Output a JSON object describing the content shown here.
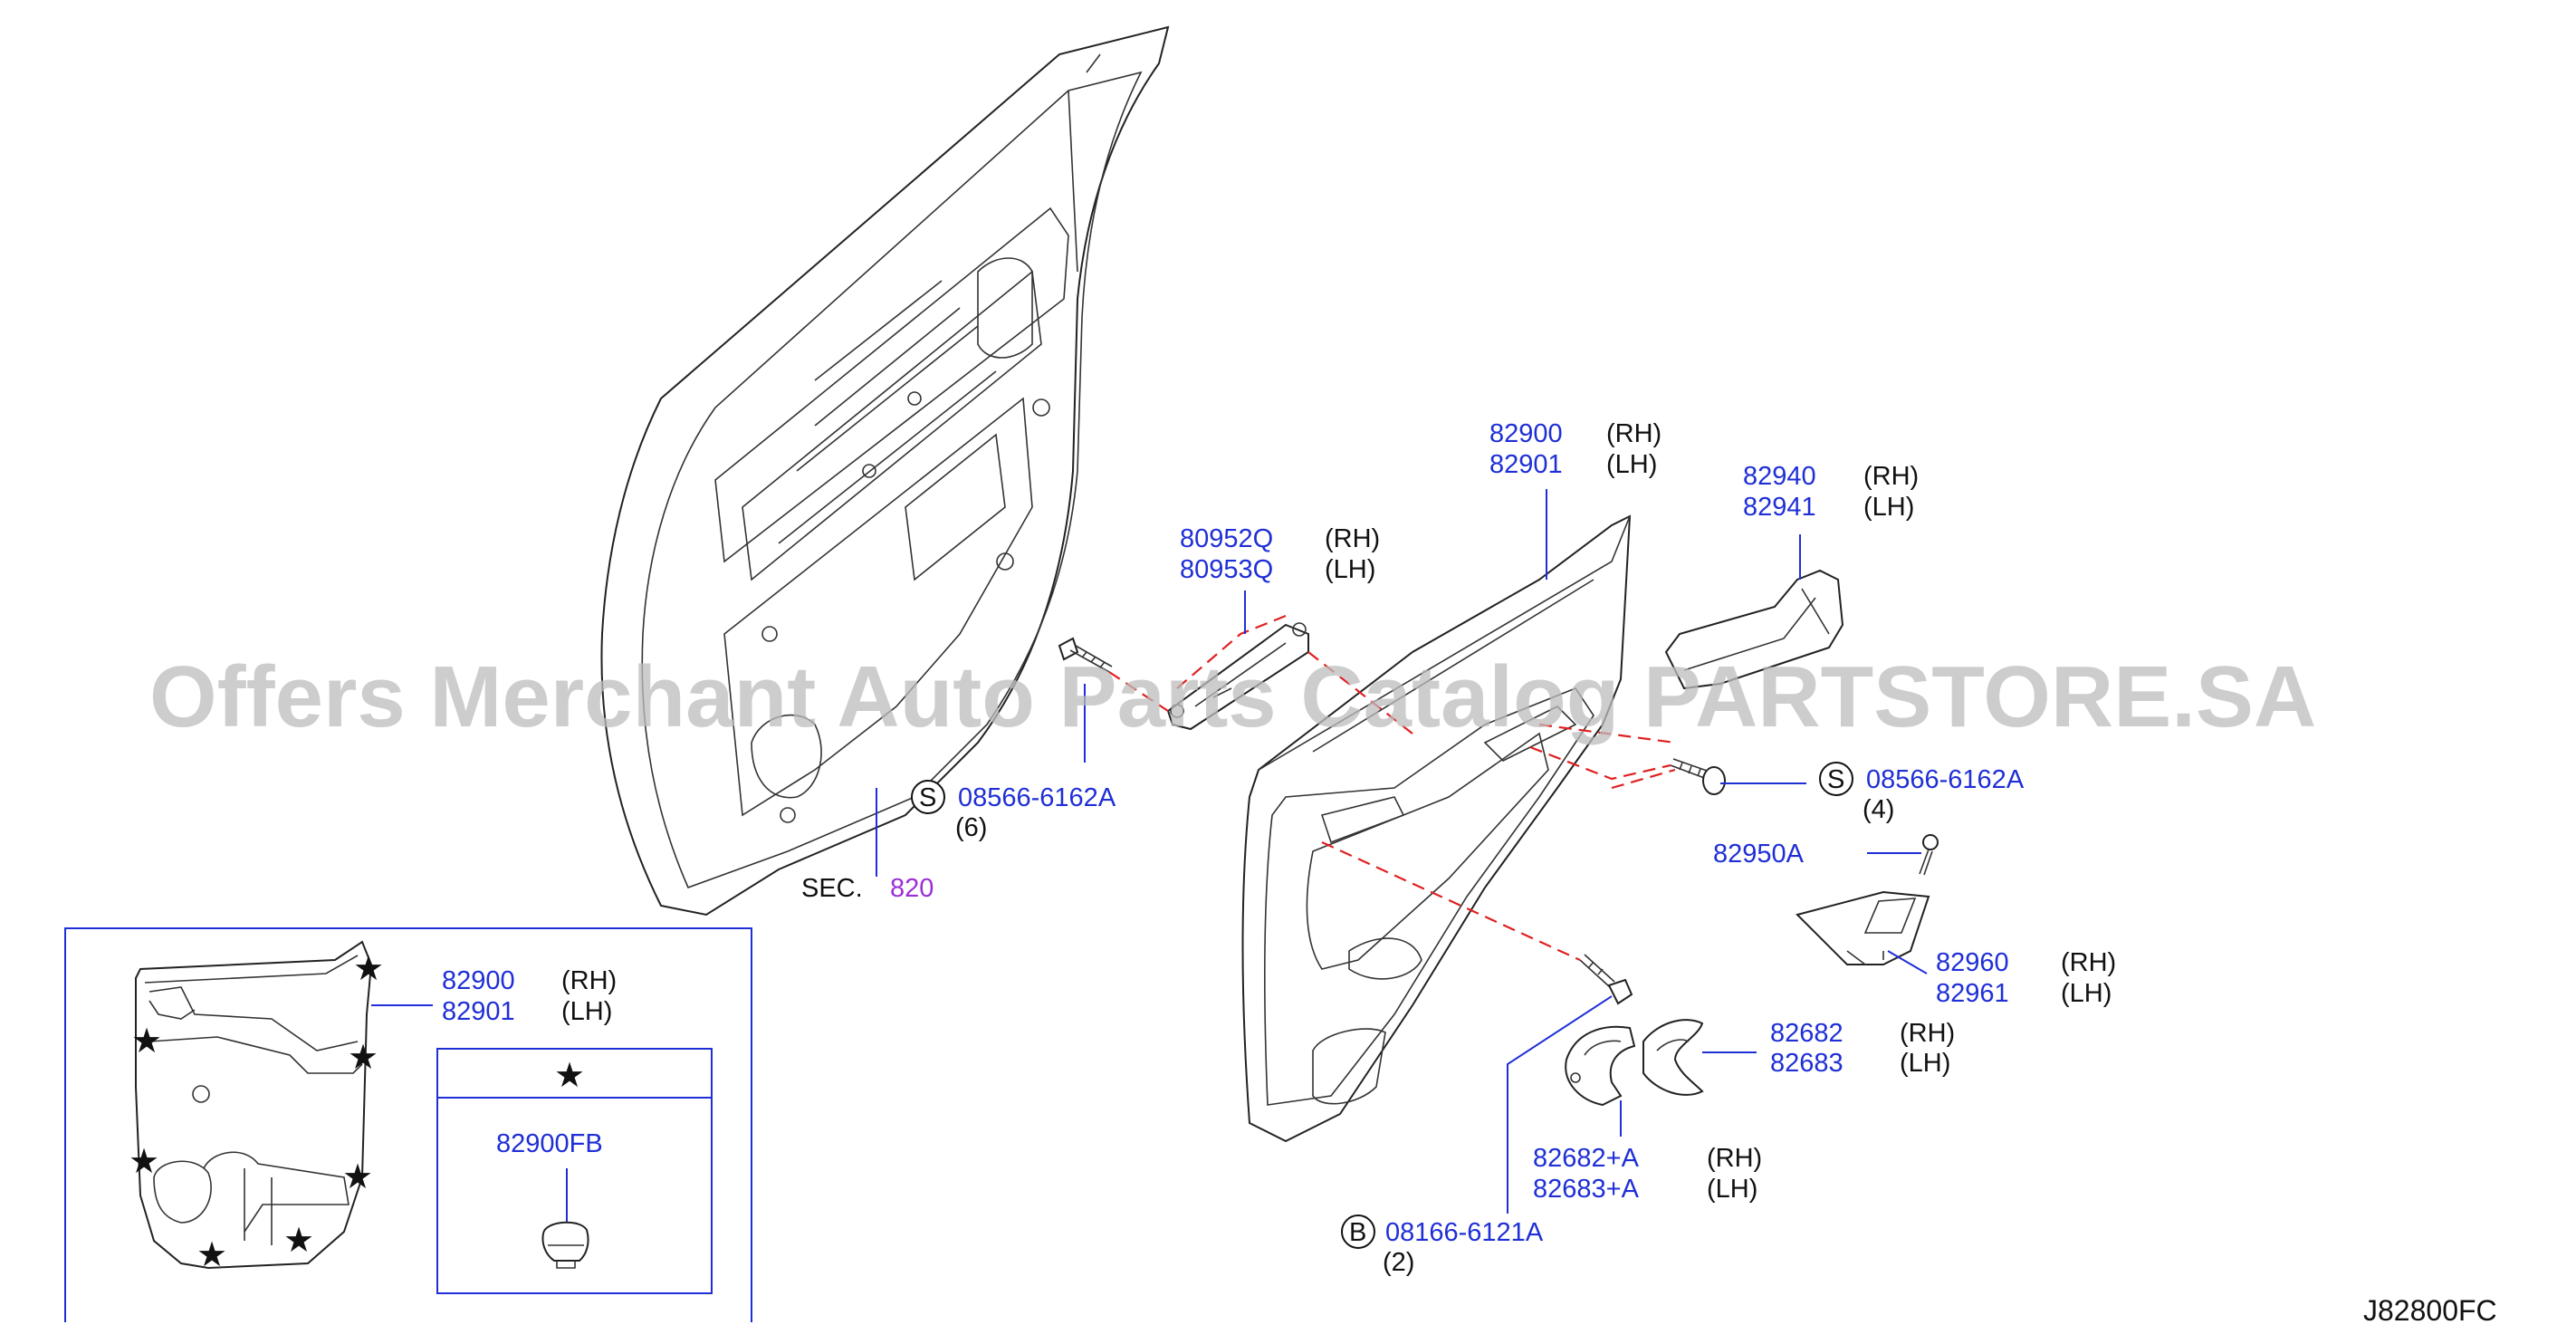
{
  "watermark": "Offers Merchant Auto Parts Catalog PARTSTORE.SA",
  "diagram_code": "J82800FC",
  "section_ref": {
    "prefix": "SEC.",
    "number": "820"
  },
  "sides": {
    "rh": "(RH)",
    "lh": "(LH)"
  },
  "parts": {
    "door_trim": {
      "rh": "82900",
      "lh": "82901"
    },
    "pull_handle": {
      "rh": "82940",
      "lh": "82941"
    },
    "bracket": {
      "rh": "80952Q",
      "lh": "80953Q"
    },
    "pull_cup_screw": "82950A",
    "pull_cup": {
      "rh": "82960",
      "lh": "82961"
    },
    "inside_handle": {
      "rh": "82682",
      "lh": "82683"
    },
    "escutcheon": {
      "rh": "82682+A",
      "lh": "82683+A"
    },
    "clip": "82900FB"
  },
  "fasteners": {
    "screw_left": {
      "symbol": "S",
      "number": "08566-6162A",
      "qty": "(6)"
    },
    "screw_right": {
      "symbol": "S",
      "number": "08566-6162A",
      "qty": "(4)"
    },
    "bolt": {
      "symbol": "B",
      "number": "08166-6121A",
      "qty": "(2)"
    }
  },
  "inset": {
    "trim": {
      "rh": "82900",
      "lh": "82901"
    },
    "legend_symbol": "★",
    "clip": "82900FB"
  }
}
